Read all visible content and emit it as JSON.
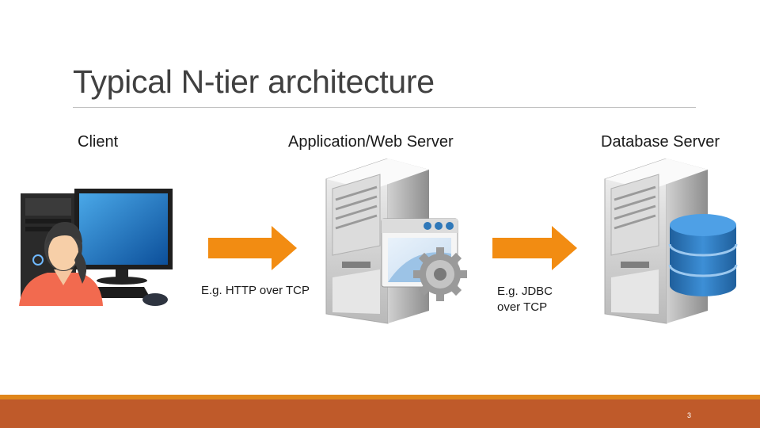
{
  "slide": {
    "title": "Typical N-tier architecture",
    "page_number": "3"
  },
  "tiers": {
    "client": "Client",
    "app_server": "Application/Web Server",
    "db_server": "Database Server"
  },
  "connections": {
    "client_to_app": "E.g. HTTP over TCP",
    "app_to_db_line1": "E.g. JDBC",
    "app_to_db_line2": "over TCP"
  },
  "colors": {
    "accent_orange": "#f28c12",
    "footer_orange": "#e0861a",
    "footer_rust": "#bf5a2a",
    "database_blue": "#2f78b9"
  }
}
